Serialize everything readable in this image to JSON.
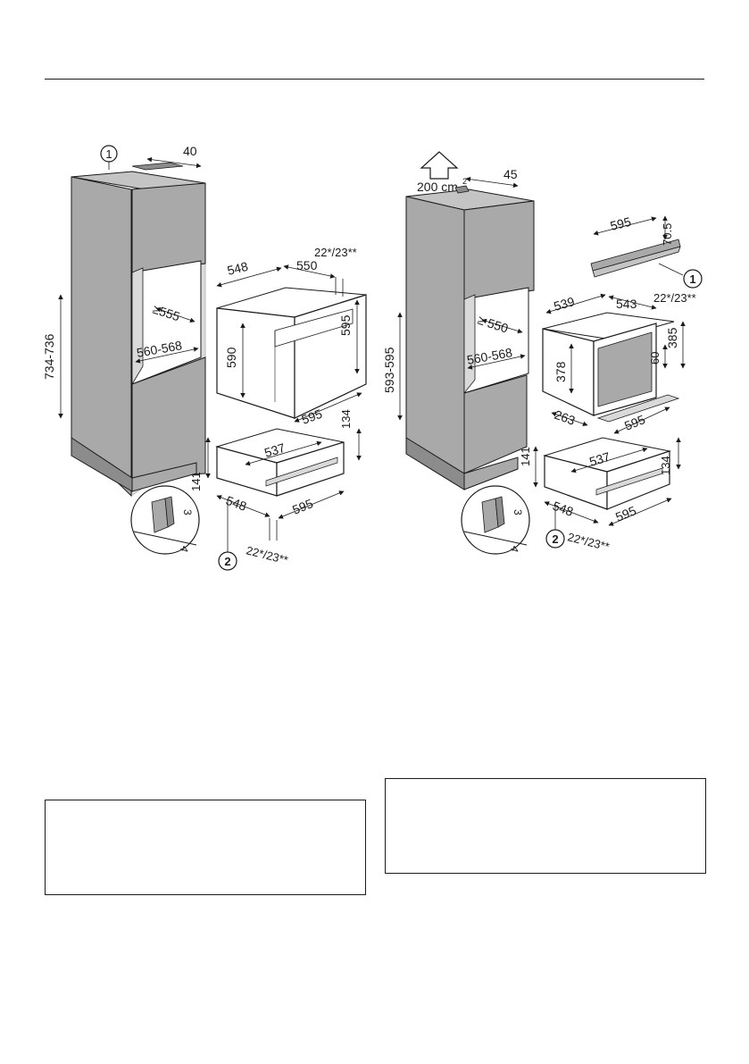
{
  "left_diagram": {
    "callout_1": "1",
    "callout_2": "2",
    "dims": {
      "top_depth": "40",
      "cabinet_height": "734-736",
      "niche_depth": "≥555",
      "niche_width": "560-568",
      "oven_depth": "548",
      "oven_front_depth": "550",
      "front_offset": "22*/23**",
      "oven_height_inner": "590",
      "oven_height": "595",
      "oven_width": "595",
      "drawer_inner_width": "537",
      "drawer_height_right": "134",
      "drawer_height_left": "141",
      "drawer_depth": "548",
      "drawer_width": "595",
      "drawer_offset": "22*/23**",
      "detail_a": "3",
      "detail_b": "4"
    }
  },
  "right_diagram": {
    "callout_1": "1",
    "callout_2": "2",
    "vent_area": "200 cm",
    "vent_area_sup": "2",
    "dims": {
      "top_depth": "45",
      "trim_width": "595",
      "trim_height": "70.5",
      "cabinet_height": "593-595",
      "niche_depth": "≥ 550",
      "niche_width": "560-568",
      "oven_depth": "539",
      "oven_front_depth": "543",
      "front_offset": "22*/23**",
      "oven_height_inner": "378",
      "oven_gap": "60",
      "oven_height": "385",
      "tray_depth": "263",
      "oven_width": "595",
      "drawer_inner_width": "537",
      "drawer_height_left": "141",
      "drawer_height_right": "134",
      "drawer_depth": "548",
      "drawer_width": "595",
      "drawer_offset": "22*/23**",
      "detail_a": "3",
      "detail_b": "4"
    }
  },
  "colors": {
    "cabinet_gray": "#a9a9a9",
    "cabinet_dark": "#8c8c8c",
    "cabinet_light": "#c4c4c4",
    "line": "#1a1a1a"
  }
}
